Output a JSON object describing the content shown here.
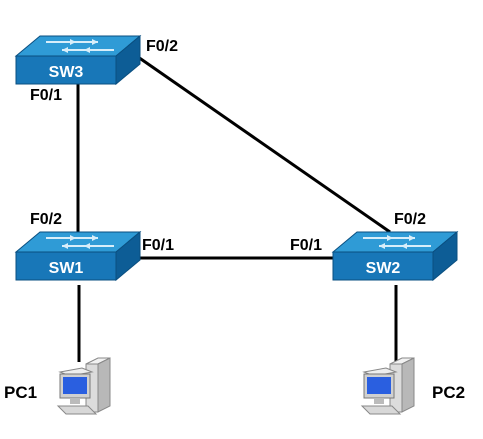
{
  "diagram": {
    "colors": {
      "link": "#000000",
      "switch_top": "#2f9bd6",
      "switch_front": "#1877b8",
      "switch_side": "#0d5d96",
      "arrow": "#d8eefa",
      "pc_body": "#dcdcdc",
      "pc_screen": "#2a5fe0"
    },
    "switches": [
      {
        "id": "SW3",
        "label": "SW3",
        "icon": "switch-icon"
      },
      {
        "id": "SW1",
        "label": "SW1",
        "icon": "switch-icon"
      },
      {
        "id": "SW2",
        "label": "SW2",
        "icon": "switch-icon"
      }
    ],
    "pcs": [
      {
        "id": "PC1",
        "label": "PC1",
        "icon": "pc-icon"
      },
      {
        "id": "PC2",
        "label": "PC2",
        "icon": "pc-icon"
      }
    ],
    "links": [
      {
        "from": "SW3",
        "from_port": "F0/1",
        "to": "SW1",
        "to_port": "F0/2"
      },
      {
        "from": "SW3",
        "from_port": "F0/2",
        "to": "SW2",
        "to_port": "F0/2"
      },
      {
        "from": "SW1",
        "from_port": "F0/1",
        "to": "SW2",
        "to_port": "F0/1"
      },
      {
        "from": "SW1",
        "from_port": "",
        "to": "PC1",
        "to_port": ""
      },
      {
        "from": "SW2",
        "from_port": "",
        "to": "PC2",
        "to_port": ""
      }
    ]
  }
}
